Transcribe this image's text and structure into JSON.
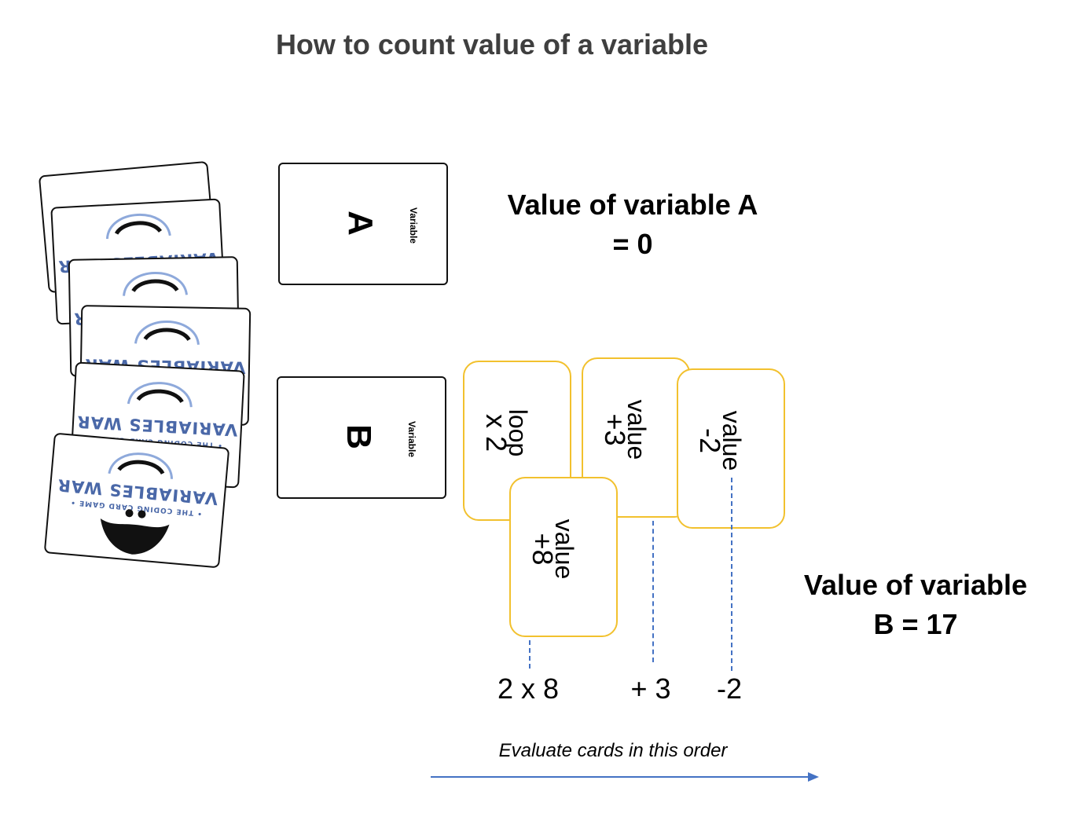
{
  "title": "How to count value of a variable",
  "deck": {
    "brand": "VARIABLES WAR",
    "tagline": "• THE CODING CARD GAME •"
  },
  "variables": [
    {
      "name": "A",
      "tag": "Variable",
      "value_line1": "Value of variable A",
      "value_line2": "= 0"
    },
    {
      "name": "B",
      "tag": "Variable",
      "value_line1": "Value of variable",
      "value_line2": "B = 17"
    }
  ],
  "cards": [
    {
      "label": "loop",
      "value": "x 2"
    },
    {
      "label": "value",
      "value": "+8"
    },
    {
      "label": "value",
      "value": "+3"
    },
    {
      "label": "value",
      "value": "-2"
    }
  ],
  "expressions": [
    "2 x 8",
    "+ 3",
    "-2"
  ],
  "order_label": "Evaluate cards in this order",
  "colors": {
    "card_border": "#f2c12e",
    "arrow": "#4472c4",
    "brand": "#4a68a8",
    "title": "#3f3f3f"
  }
}
